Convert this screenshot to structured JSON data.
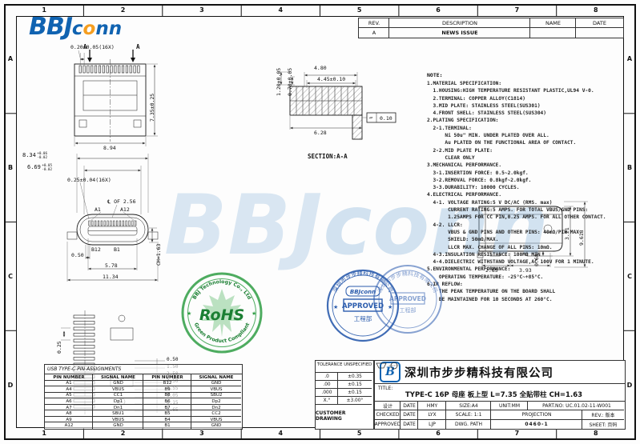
{
  "sheet": {
    "cols": [
      "1",
      "2",
      "3",
      "4",
      "5",
      "6",
      "7",
      "8"
    ],
    "rows": [
      "A",
      "B",
      "C",
      "D"
    ]
  },
  "logo": {
    "bbj": "BBJ",
    "c": "c",
    "o": "o",
    "nn": "nn"
  },
  "watermark": {
    "bbj": "BBJ",
    "conn": "conn"
  },
  "revision": {
    "headers": [
      "REV.",
      "DESCRIPTION",
      "NAME",
      "DATE"
    ],
    "rows": [
      [
        "A",
        "NEWS ISSUE",
        "",
        ""
      ]
    ]
  },
  "notes": {
    "heading": "NOTE:",
    "lines": [
      "1.MATERIAL SPECIFICATION:",
      "  1.HOUSING:HIGH TEMPERATURE RESISTANT PLASTIC,UL94 V-0.",
      "  2.TERMINAL: COPPER ALLOY(C1814)",
      "  3.MID PLATE: STAINLESS STEEL(SUS301)",
      "  4.FRONT SHELL: STAINLESS STEEL(SUS304)",
      "2.PLATING SPECIFICATION:",
      "  2-1.TERMINAL:",
      "      Ni 50u\" MIN. UNDER PLATED OVER ALL.",
      "      Au PLATED ON THE FUNCTIONAL AREA OF CONTACT.",
      "  2-2.MID PLATE PLATE:",
      "      CLEAR ONLY",
      "3.MECHANICAL PERFORMANCE.",
      "  3-1.INSERTION FORCE: 0.5~2.0kgf.",
      "  3-2.REMOVAL FORCE: 0.8kgf~2.0kgf.",
      "  3-3.DURABILITY: 10000 CYCLES.",
      "4.ELECTRICAL PERFORMANCE.",
      "  4-1. VOLTAGE RATING:5 V DC/AC (RMS. max)",
      "       CURRENT RATING:5 AMPS. FOR TOTAL VBUS/GND PINS:",
      "       1.25AMPS FOR CC PIN,0.25 AMPS. FOR ALL OTHER CONTACT.",
      "  4-2. LLCR:",
      "       VBUS & GND PINS AND OTHER PINS: 40mΩ/PIN MAX.",
      "       SHIELD: 50mΩ/MAX.",
      "       LLCR MAX. CHANGE OF ALL PINS: 10mΩ.",
      "  4-3.INSULATION RESISTANCE: 100MΩ MIN",
      "  4-4.DIELECTRIC WITHSTAND VOLTAGE,AC 100V FOR 1 MINUTE.",
      "5.ENVIRONMENTAL PERFORMANCE:",
      "    OPERATING TEMPERATURE: -25°C~+85°C.",
      "6.IR REFLOW:",
      "    THE PEAK TEMPERATURE ON THE BOARD SHALL",
      "    BE MAINTAINED FOR 10 SECONDS AT 260°C."
    ]
  },
  "top_view": {
    "pitch": "0.20±0.05(16X)",
    "section_a": "A",
    "height": "7.35±0.25",
    "width": "8.94"
  },
  "front_view": {
    "width_outer": "8.34",
    "wo_plus": "+0.06",
    "wo_minus": "-0.02",
    "width_inner": "6.69",
    "wi_plus": "+0.05",
    "wi_minus": "-0.02",
    "pad": "0.25±0.04(16X)",
    "center_note": "℄ OF 2.56",
    "a1": "A1",
    "a12": "A12",
    "b12": "B12",
    "b1": "B1",
    "d050": "0.50",
    "d578": "5.78",
    "d1134": "11.34",
    "chamfer": "CH=1.63"
  },
  "section_view": {
    "name": "SECTION:A-A",
    "d480": "4.80",
    "d445": "4.45±0.10",
    "d120": "1.20±0.05",
    "d070": "0.70±0.05",
    "d628": "6.28",
    "flat_sym": "▱",
    "flat_val": "0.10"
  },
  "side_view": {
    "d285": "2.85",
    "d393": "3.93",
    "d068": "0.68",
    "d321": "3.21",
    "d9618": "9.618"
  },
  "pcb_view": {
    "d025": "0.25",
    "ladder": [
      "0.50",
      "1.50",
      "2.50",
      "3.50",
      "4.55",
      "5.05",
      "6.15",
      "6.65"
    ]
  },
  "pin_table": {
    "title": "USB TYPE-C PIN ASSIGNMENTS",
    "headers": [
      "PIN NUMBER",
      "SIGNAL NAME",
      "PIN NUMBER",
      "SIGNAL NAME"
    ],
    "rows": [
      [
        "A1",
        "GND",
        "B12",
        "GND"
      ],
      [
        "A4",
        "VBUS",
        "B9",
        "VBUS"
      ],
      [
        "A5",
        "CC1",
        "B8",
        "SBU2"
      ],
      [
        "A6",
        "Dp1",
        "B6",
        "Dp2"
      ],
      [
        "A7",
        "Dn1",
        "B7",
        "Dn2"
      ],
      [
        "A8",
        "SBU1",
        "B5",
        "CC2"
      ],
      [
        "A9",
        "VBUS",
        "B4",
        "VBUS"
      ],
      [
        "A12",
        "GND",
        "B1",
        "GND"
      ]
    ]
  },
  "tolerance": {
    "title": "TOLERANCE UNSPECIFIED",
    "rows": [
      [
        ".0",
        "±0.35"
      ],
      [
        ".00",
        "±0.15"
      ],
      [
        ".000",
        "±0.15"
      ],
      [
        "X.°",
        "±3.00°"
      ]
    ],
    "footer": "CUSTOMER DRAWING"
  },
  "title_block": {
    "company": "深圳市步步精科技有限公司",
    "logo_letter": "B",
    "title_label": "TITLE:",
    "title": "TYPE-C 16P 母座 板上型 L=7.35 全贴带柱 CH=1.63",
    "date_label": "DATE",
    "rows": [
      {
        "role": "设计",
        "name": "HMY"
      },
      {
        "role": "CHECKED",
        "name": "LYX"
      },
      {
        "role": "APPROVED",
        "name": "LJP"
      }
    ],
    "size": "SIZE:A4",
    "unit": "UNIT:MM",
    "part_no": "PART.NO: UC.01.02-11-W001",
    "scale": "SCALE: 1:1",
    "projection": "PROJECTION",
    "dwg_path": "DWG. PATH",
    "dwg_no": "0460-1",
    "rev": "REV.: 版本",
    "sheet_no": "SHEET: 页码"
  },
  "stamps": {
    "rohs": {
      "text": "RoHS",
      "top": "BBJ Technology Co., Ltd",
      "bottom": "Green Product Compliant",
      "star": "★"
    },
    "approved": {
      "logo": "BBJconn",
      "label": "APPROVED",
      "dept": "工程部",
      "ring": "深圳市步步精科技有限公司",
      "star": "★"
    }
  }
}
